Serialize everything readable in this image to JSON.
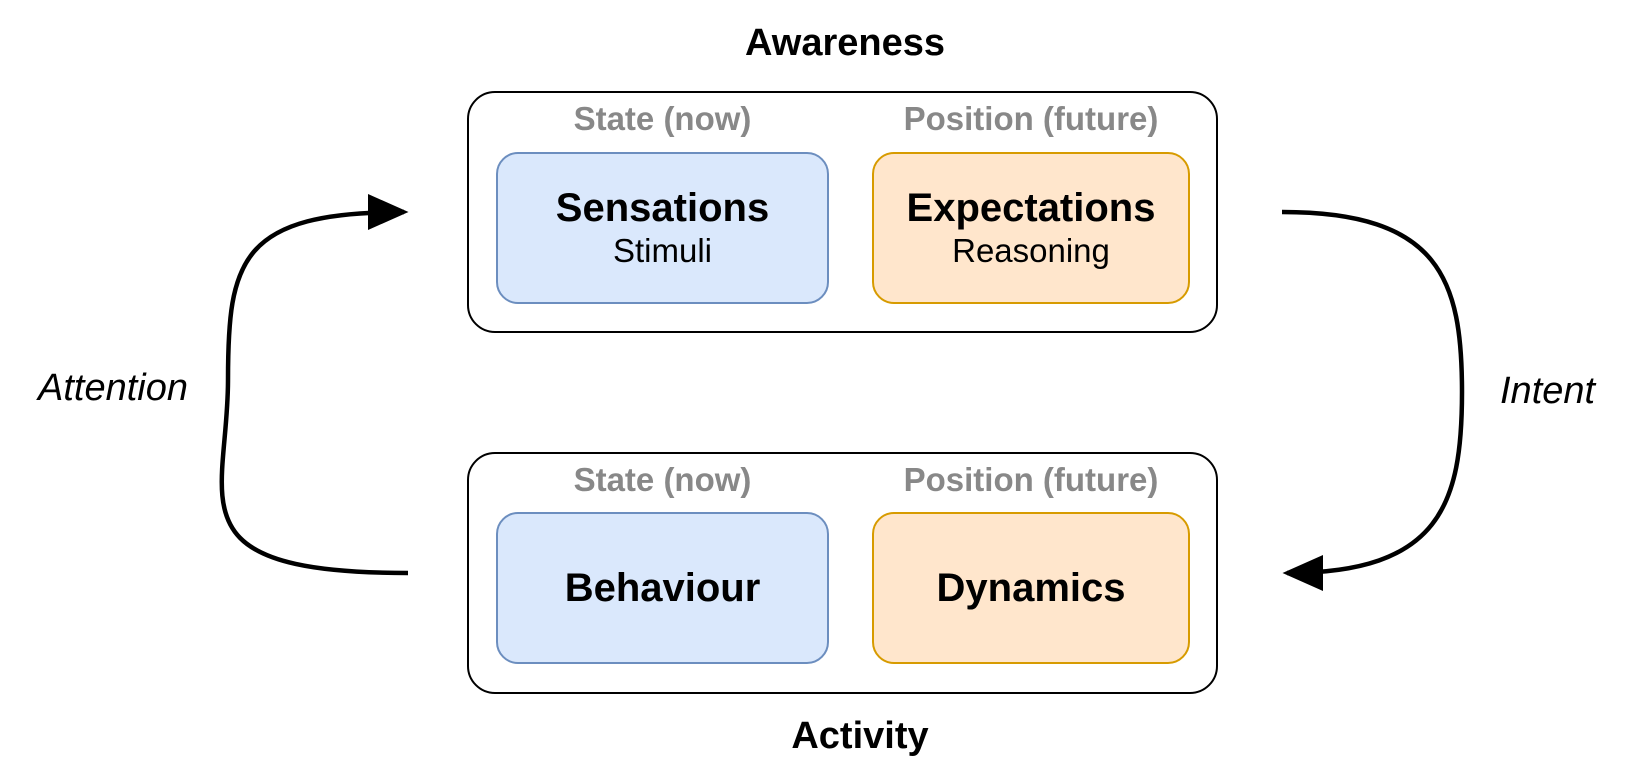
{
  "top_group": {
    "title": "Awareness",
    "left_column_label": "State (now)",
    "right_column_label": "Position (future)",
    "left_box": {
      "title": "Sensations",
      "subtitle": "Stimuli"
    },
    "right_box": {
      "title": "Expectations",
      "subtitle": "Reasoning"
    }
  },
  "bottom_group": {
    "title": "Activity",
    "left_column_label": "State (now)",
    "right_column_label": "Position (future)",
    "left_box": {
      "title": "Behaviour"
    },
    "right_box": {
      "title": "Dynamics"
    }
  },
  "left_edge_label": "Attention",
  "right_edge_label": "Intent",
  "colors": {
    "state_fill": "#dae8fc",
    "state_stroke": "#6c8ebf",
    "position_fill": "#ffe6cc",
    "position_stroke": "#d79b00",
    "column_label": "#888888",
    "line": "#000000"
  }
}
